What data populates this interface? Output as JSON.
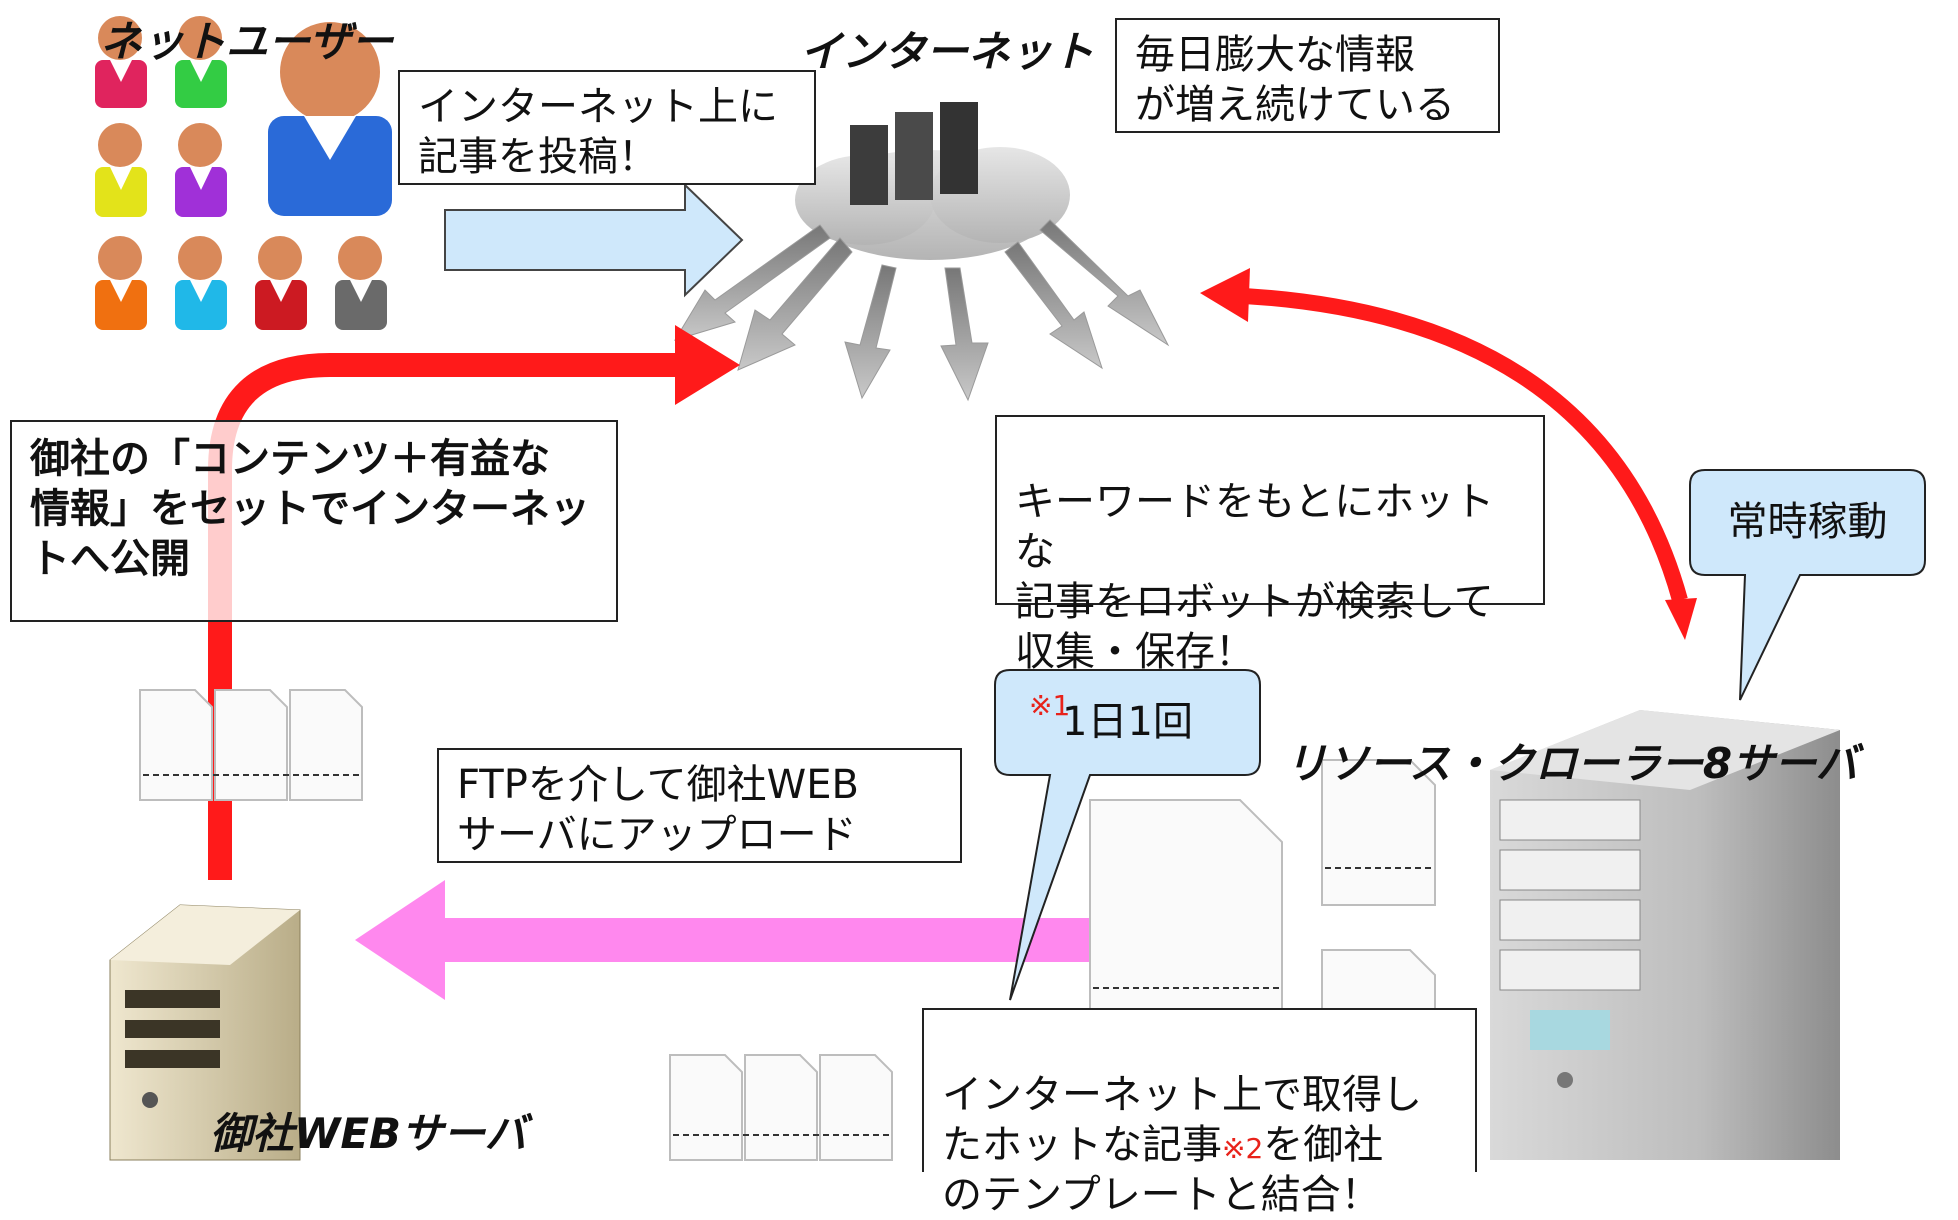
{
  "labels": {
    "net_users": "ネットユーザー",
    "internet": "インターネット",
    "crawler_server": "リソース・クローラー8サーバ",
    "web_server": "御社WEBサーバ"
  },
  "boxes": {
    "post_article": "インターネット上に\n記事を投稿！",
    "info_growth": "毎日膨大な情報\nが増え続けている",
    "publish": "御社の「コンテンツ＋有益な\n情報」をセットでインターネッ\nトへ公開",
    "robot_search": "キーワードをもとにホットな\n記事をロボットが検索して\n収集・保存！",
    "robot_search_note": "※1",
    "ftp_upload": "FTPを介して御社WEB\nサーバにアップロード",
    "combine_a": "インターネット上で取得し\nたホットな記事",
    "combine_note": "※2",
    "combine_b": "を御社\nのテンプレートと結合！"
  },
  "callouts": {
    "always_on": "常時稼動",
    "once_daily": "1日1回"
  },
  "colors": {
    "red_arrow": "#ff1a1a",
    "pink_arrow": "#ff88ee",
    "blue_arrow": "#cfe8fb",
    "callout_fill": "#cfe8fb",
    "note_red": "#e8221a"
  },
  "icons": {
    "users": [
      "person-icon-red",
      "person-icon-green",
      "person-icon-yellow",
      "person-icon-purple",
      "person-icon-orange",
      "person-icon-cyan",
      "person-icon-darkred",
      "person-icon-gray",
      "person-icon-blue-large"
    ],
    "internet": "cloud-servers-icon",
    "crawler": "tower-server-icon",
    "web_server": "beige-server-icon",
    "documents": "document-icon"
  }
}
